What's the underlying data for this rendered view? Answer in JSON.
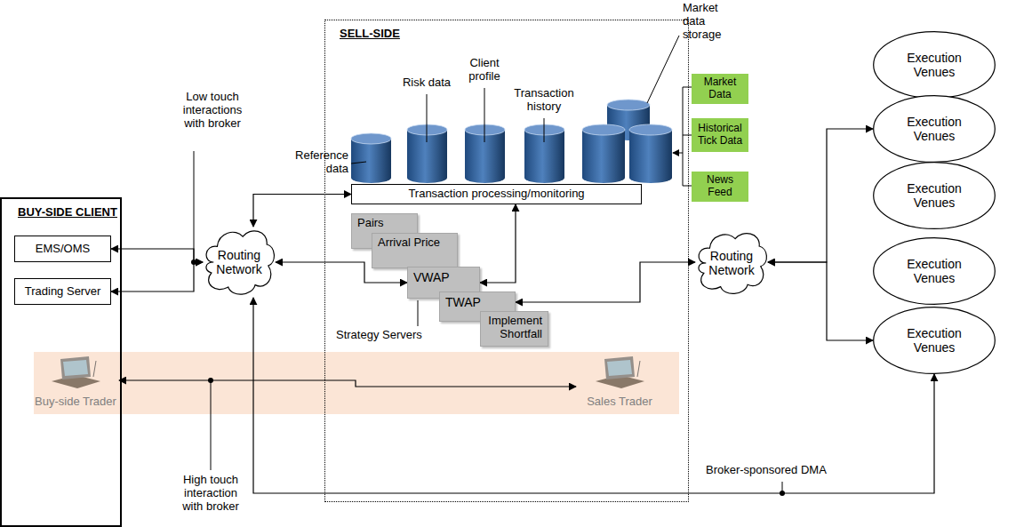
{
  "diagram": {
    "nodes": [
      {
        "text": [
          "BUY-SIDE CLIENT"
        ]
      },
      {
        "text": [
          "EMS/OMS"
        ],
        "in": 0
      },
      {
        "text": [
          "Trading Server"
        ],
        "in": 0
      },
      {
        "text": [
          "Buy-side Trader"
        ],
        "in": 0
      },
      {
        "text": [
          "Routing Network"
        ]
      },
      {
        "text": [
          "SELL-SIDE"
        ]
      },
      {
        "text": [
          "Transaction processing/monitoring"
        ],
        "in": 5
      },
      {
        "text": [
          "Pairs"
        ],
        "in": 5
      },
      {
        "text": [
          "Arrival Price"
        ],
        "in": 5
      },
      {
        "text": [
          "VWAP"
        ],
        "in": 5
      },
      {
        "text": [
          "TWAP"
        ],
        "in": 5
      },
      {
        "text": [
          "Implement Shortfall"
        ],
        "in": 5
      },
      {
        "text": [
          "Sales Trader"
        ],
        "in": 5
      },
      {
        "text": [
          "Market Data"
        ]
      },
      {
        "text": [
          "Historical Tick Data"
        ]
      },
      {
        "text": [
          "News Feed"
        ]
      },
      {
        "text": [
          "Routing Network"
        ]
      },
      {
        "text": [
          "Execution Venues"
        ]
      },
      {
        "text": [
          "Execution Venues"
        ]
      },
      {
        "text": [
          "Execution Venues"
        ]
      },
      {
        "text": [
          "Execution Venues"
        ]
      },
      {
        "text": [
          "Execution Venues"
        ]
      }
    ],
    "edges": [
      {
        "from": 1,
        "to": 4,
        "arrow": "both"
      },
      {
        "from": 2,
        "to": 4,
        "arrow": "both"
      },
      {
        "from": 4,
        "to": 6,
        "arrow": "both"
      },
      {
        "from": 4,
        "to": 9,
        "arrow": "both"
      },
      {
        "from": 9,
        "to": 6,
        "arrow": "both"
      },
      {
        "from": 10,
        "to": 16,
        "arrow": "both"
      },
      {
        "from": 16,
        "to": 18,
        "arrow": "both"
      },
      {
        "from": 16,
        "to": 21,
        "arrow": "both"
      },
      {
        "from": 3,
        "to": 12,
        "arrow": "both"
      },
      {
        "from": 4,
        "to": 21,
        "label": "Broker-sponsored DMA",
        "arrow": "both"
      }
    ],
    "labels": [
      "Low touch interactions with broker",
      "Reference data",
      "Risk data",
      "Client profile",
      "Transaction history",
      "Market data storage",
      "Strategy Servers",
      "High touch interaction with broker"
    ]
  }
}
